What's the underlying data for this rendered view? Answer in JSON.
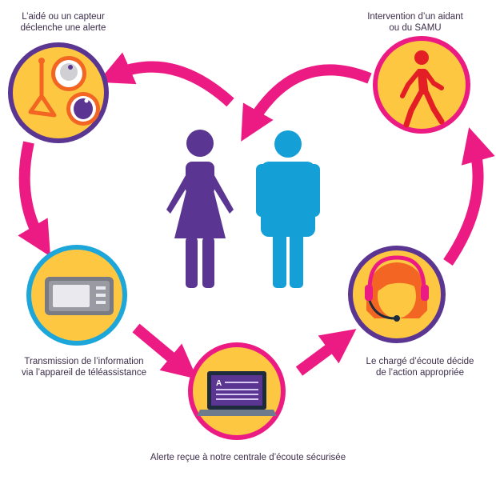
{
  "steps": [
    {
      "line1": "L’aidé ou un capteur",
      "line2": "déclenche une alerte",
      "icon": "alarm-pendant-icon"
    },
    {
      "line1": "Transmission de l’information",
      "line2": "via l’appareil de téléassistance",
      "icon": "teleassistance-device-icon"
    },
    {
      "line1": "Alerte reçue à notre centrale d’écoute sécurisée",
      "line2": "",
      "icon": "laptop-icon"
    },
    {
      "line1": "Le chargé d’écoute décide",
      "line2": "de l’action appropriée",
      "icon": "headset-operator-icon"
    },
    {
      "line1": "Intervention d’un aidant",
      "line2": "ou du SAMU",
      "icon": "walking-person-icon"
    }
  ],
  "colors": {
    "arrow": "#ec1b84",
    "circle_fill": "#fdc741",
    "ring_purple": "#5a3592",
    "ring_magenta": "#ec1b84",
    "ring_blue": "#1da6d9",
    "woman": "#5a3592",
    "man": "#14a0d6"
  }
}
